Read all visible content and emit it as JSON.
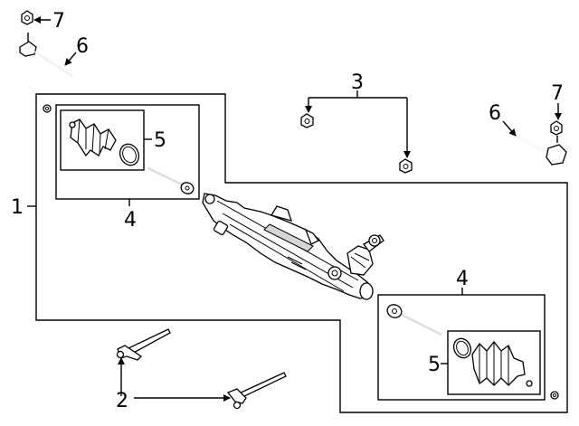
{
  "diagram": {
    "callouts": {
      "c1": "1",
      "c2": "2",
      "c3": "3",
      "c4_top": "4",
      "c4_bottom": "4",
      "c5_top": "5",
      "c5_bottom": "5",
      "c6_left": "6",
      "c6_right": "6",
      "c7_left": "7",
      "c7_right": "7"
    }
  }
}
